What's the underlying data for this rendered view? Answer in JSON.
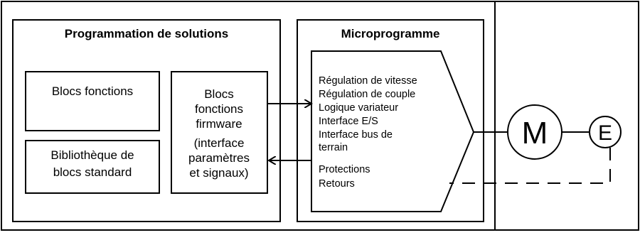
{
  "programming": {
    "title": "Programmation de solutions",
    "blocs_fonctions": "Blocs fonctions",
    "bibliotheque": [
      "Bibliothèque de",
      "blocs standard"
    ],
    "firmware_blocks": [
      "Blocs",
      "fonctions",
      "firmware",
      "(interface",
      "paramètres",
      "et signaux)"
    ]
  },
  "firmware": {
    "title": "Microprogramme",
    "functions": [
      "Régulation de vitesse",
      "Régulation de couple",
      "Logique variateur",
      "Interface E/S",
      "Interface bus de",
      "terrain",
      "Protections",
      "Retours"
    ]
  },
  "motor": {
    "label": "M"
  },
  "encoder": {
    "label": "E"
  }
}
